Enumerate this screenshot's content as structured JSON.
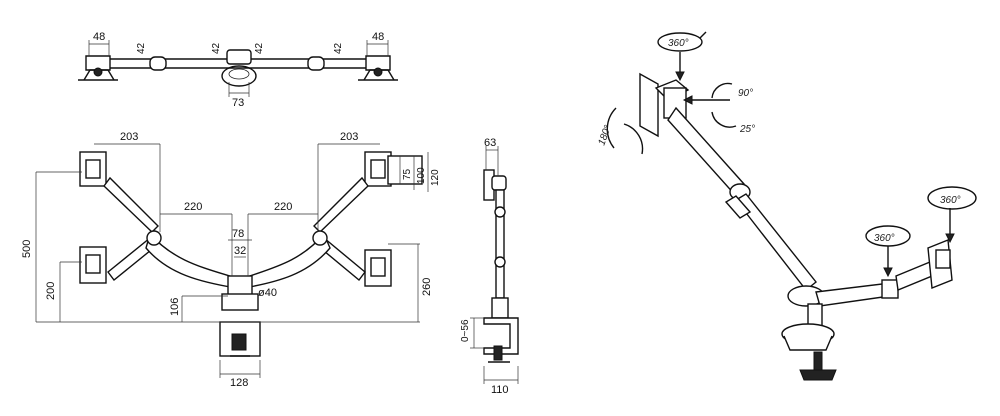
{
  "top_view": {
    "dims": {
      "end_left": "48",
      "end_right": "48",
      "tube_a": "42",
      "tube_b": "42",
      "tube_c": "42",
      "tube_d": "42",
      "base": "73"
    }
  },
  "front_view": {
    "dims": {
      "reach_left": "203",
      "reach_right": "203",
      "arm_left": "220",
      "arm_right": "220",
      "center_gap": "78",
      "pole_gap": "32",
      "pole_dia": "ø40",
      "height_total": "500",
      "height_lower": "200",
      "height_right": "260",
      "clamp_offset": "106",
      "clamp_width": "128",
      "vesa_75": "75",
      "vesa_100": "100",
      "vesa_120": "120"
    }
  },
  "side_view": {
    "dims": {
      "head_depth": "63",
      "clamp_range": "0~56",
      "base_depth": "110"
    }
  },
  "iso_view": {
    "rotations": {
      "top_swivel": "360°",
      "tilt_up": "90°",
      "tilt_down": "25°",
      "rotate_left": "180°",
      "right_swivel_a": "360°",
      "right_swivel_b": "360°"
    }
  }
}
